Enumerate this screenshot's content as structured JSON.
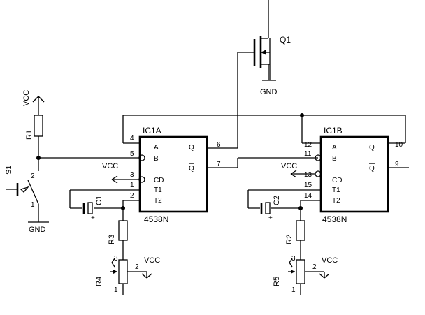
{
  "labels": {
    "q1": "Q1",
    "gnd_q1": "GND",
    "vcc_top": "VCC",
    "r1": "R1",
    "s1": "S1",
    "gnd_s1": "GND",
    "ic1a": "IC1A",
    "ic1b": "IC1B",
    "ic1a_part": "4538N",
    "ic1b_part": "4538N",
    "c1": "C1",
    "c2": "C2",
    "r3": "R3",
    "r2": "R2",
    "r4": "R4",
    "r5": "R5",
    "vcc_ic1a_cd": "VCC",
    "vcc_ic1b_cd": "VCC",
    "vcc_r4": "VCC",
    "vcc_r5": "VCC"
  },
  "pins": {
    "a": "A",
    "b": "B",
    "q": "Q",
    "qbar": "Q",
    "cd": "CD",
    "t1": "T1",
    "t2": "T2",
    "ic1a_4": "4",
    "ic1a_5": "5",
    "ic1a_3": "3",
    "ic1a_1": "1",
    "ic1a_2": "2",
    "ic1a_6": "6",
    "ic1a_7": "7",
    "ic1b_12": "12",
    "ic1b_11": "11",
    "ic1b_13": "13",
    "ic1b_15": "15",
    "ic1b_14": "14",
    "ic1b_10": "10",
    "ic1b_9": "9",
    "s1_2": "2",
    "s1_1": "1",
    "r4_3": "3",
    "r4_2": "2",
    "r4_1": "1",
    "r5_3": "3",
    "r5_2": "2",
    "r5_1": "1"
  }
}
